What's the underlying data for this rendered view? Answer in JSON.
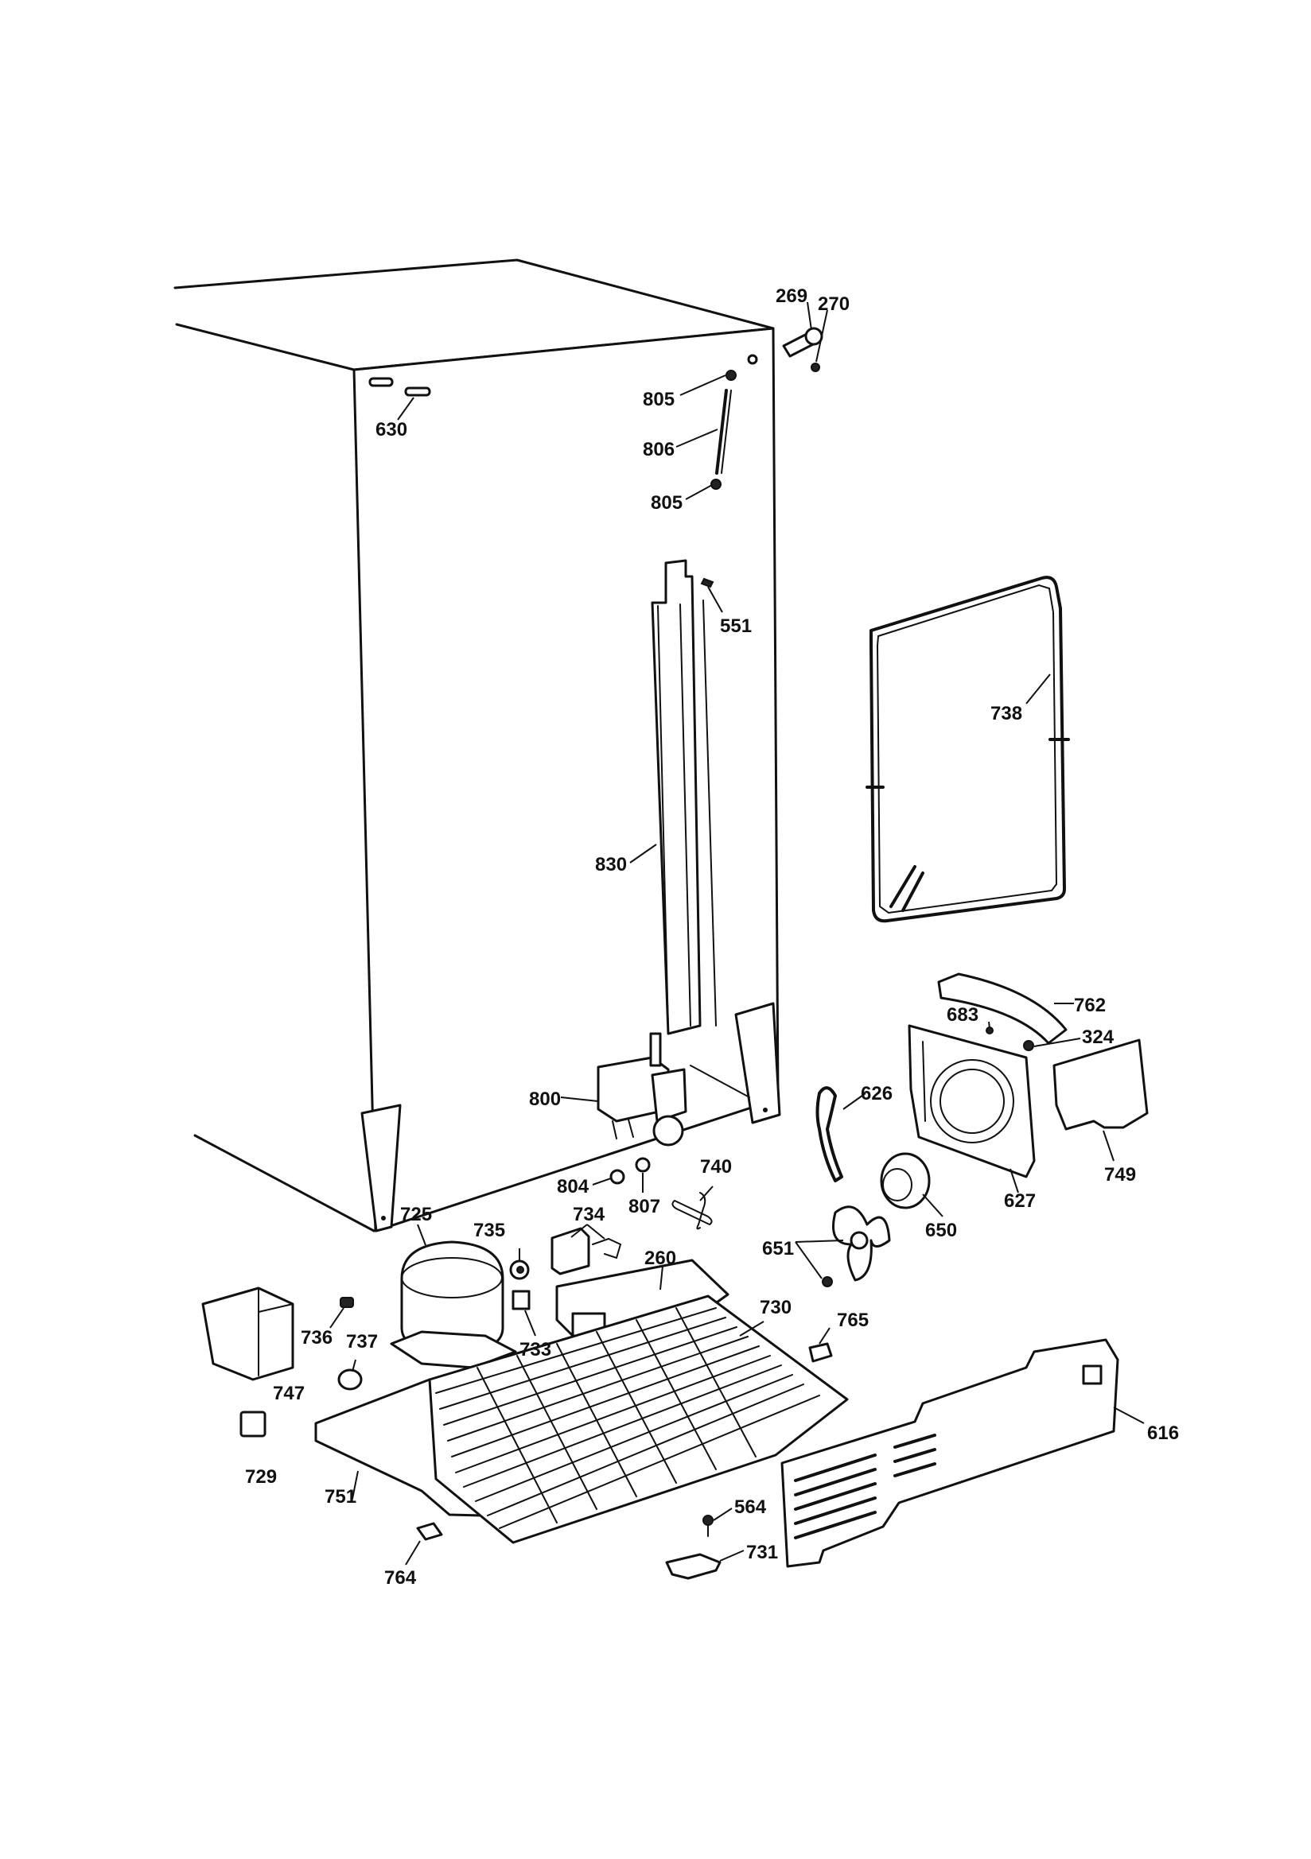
{
  "callouts": {
    "c269": "269",
    "c270": "270",
    "c630": "630",
    "c805a": "805",
    "c806": "806",
    "c805b": "805",
    "c551": "551",
    "c738": "738",
    "c830": "830",
    "c762": "762",
    "c683": "683",
    "c324": "324",
    "c626": "626",
    "c800": "800",
    "c627": "627",
    "c749": "749",
    "c804": "804",
    "c807": "807",
    "c740": "740",
    "c650": "650",
    "c725": "725",
    "c735": "735",
    "c734": "734",
    "c260": "260",
    "c651": "651",
    "c730": "730",
    "c765": "765",
    "c736": "736",
    "c737": "737",
    "c733": "733",
    "c747": "747",
    "c616": "616",
    "c729": "729",
    "c751": "751",
    "c564": "564",
    "c731": "731",
    "c764": "764"
  }
}
